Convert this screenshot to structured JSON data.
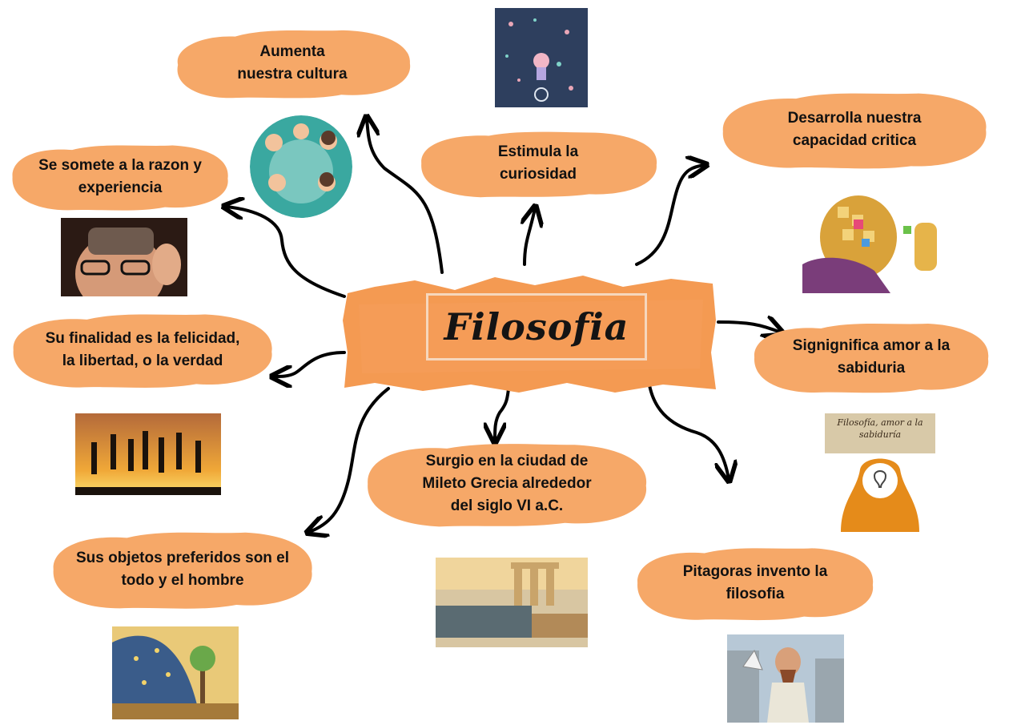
{
  "center": {
    "title": "Filosofia"
  },
  "nodes": {
    "cultura": "Aumenta\nnuestra cultura",
    "curiosidad": "Estimula la\ncuriosidad",
    "critica": "Desarrolla nuestra\ncapacidad critica",
    "razon": "Se somete a la razon y\nexperiencia",
    "finalidad": "Su finalidad es la felicidad,\nla libertad, o la verdad",
    "significa": "Signignifica amor a la\nsabiduria",
    "mileto": "Surgio en la ciudad de\nMileto Grecia alrededor\ndel siglo VI a.C.",
    "objetos": "Sus objetos preferidos son el\ntodo y el hombre",
    "pitagoras": "Pitagoras invento la\nfilosofia"
  },
  "images": {
    "sign_text": "Filosofía, amor a la\nsabiduría"
  },
  "colors": {
    "blob_fill": "#f6a868",
    "blob_edge": "#fbd0ae",
    "center_fill": "#f49a52",
    "arrow": "#000000"
  }
}
